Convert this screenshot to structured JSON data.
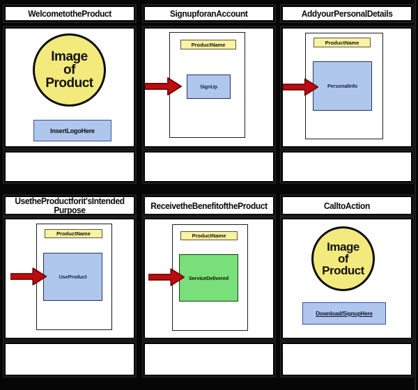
{
  "storyboard": {
    "rows": 2,
    "cols": 3,
    "colors": {
      "background": "#060606",
      "panel_fill": "#FFFFFF",
      "panel_border": "#000000",
      "circle_yellow": "#F2EA7C",
      "product_name_yellow": "#FBF2A2",
      "button_blue": "#AFC7EC",
      "benefit_green": "#79DF79",
      "arrow_red": "#C20A10"
    }
  },
  "panels": [
    {
      "title": "WelcometotheProduct",
      "type": "image",
      "image_text": "Image\nof\nProduct",
      "logo_label": "InsertLogoHere",
      "description": ""
    },
    {
      "title": "SignupforanAccount",
      "type": "screen",
      "screen_label": "ProductName",
      "action_label": "SignUp",
      "description": ""
    },
    {
      "title": "AddyourPersonalDetails",
      "type": "screen",
      "screen_label": "ProductName",
      "action_label": "PersonalInfo",
      "description": ""
    },
    {
      "title": "UsetheProductforit'sIntended Purpose",
      "type": "screen",
      "screen_label": "ProductName",
      "action_label": "UseProduct",
      "description": ""
    },
    {
      "title": "ReceivetheBenefitoftheProduct",
      "type": "screen",
      "screen_label": "ProductName",
      "action_label": "ServiceDelivered",
      "description": ""
    },
    {
      "title": "CalltoAction",
      "type": "image",
      "image_text": "Image\nof\nProduct",
      "cta_label": "Download/SignupHere",
      "description": ""
    }
  ]
}
